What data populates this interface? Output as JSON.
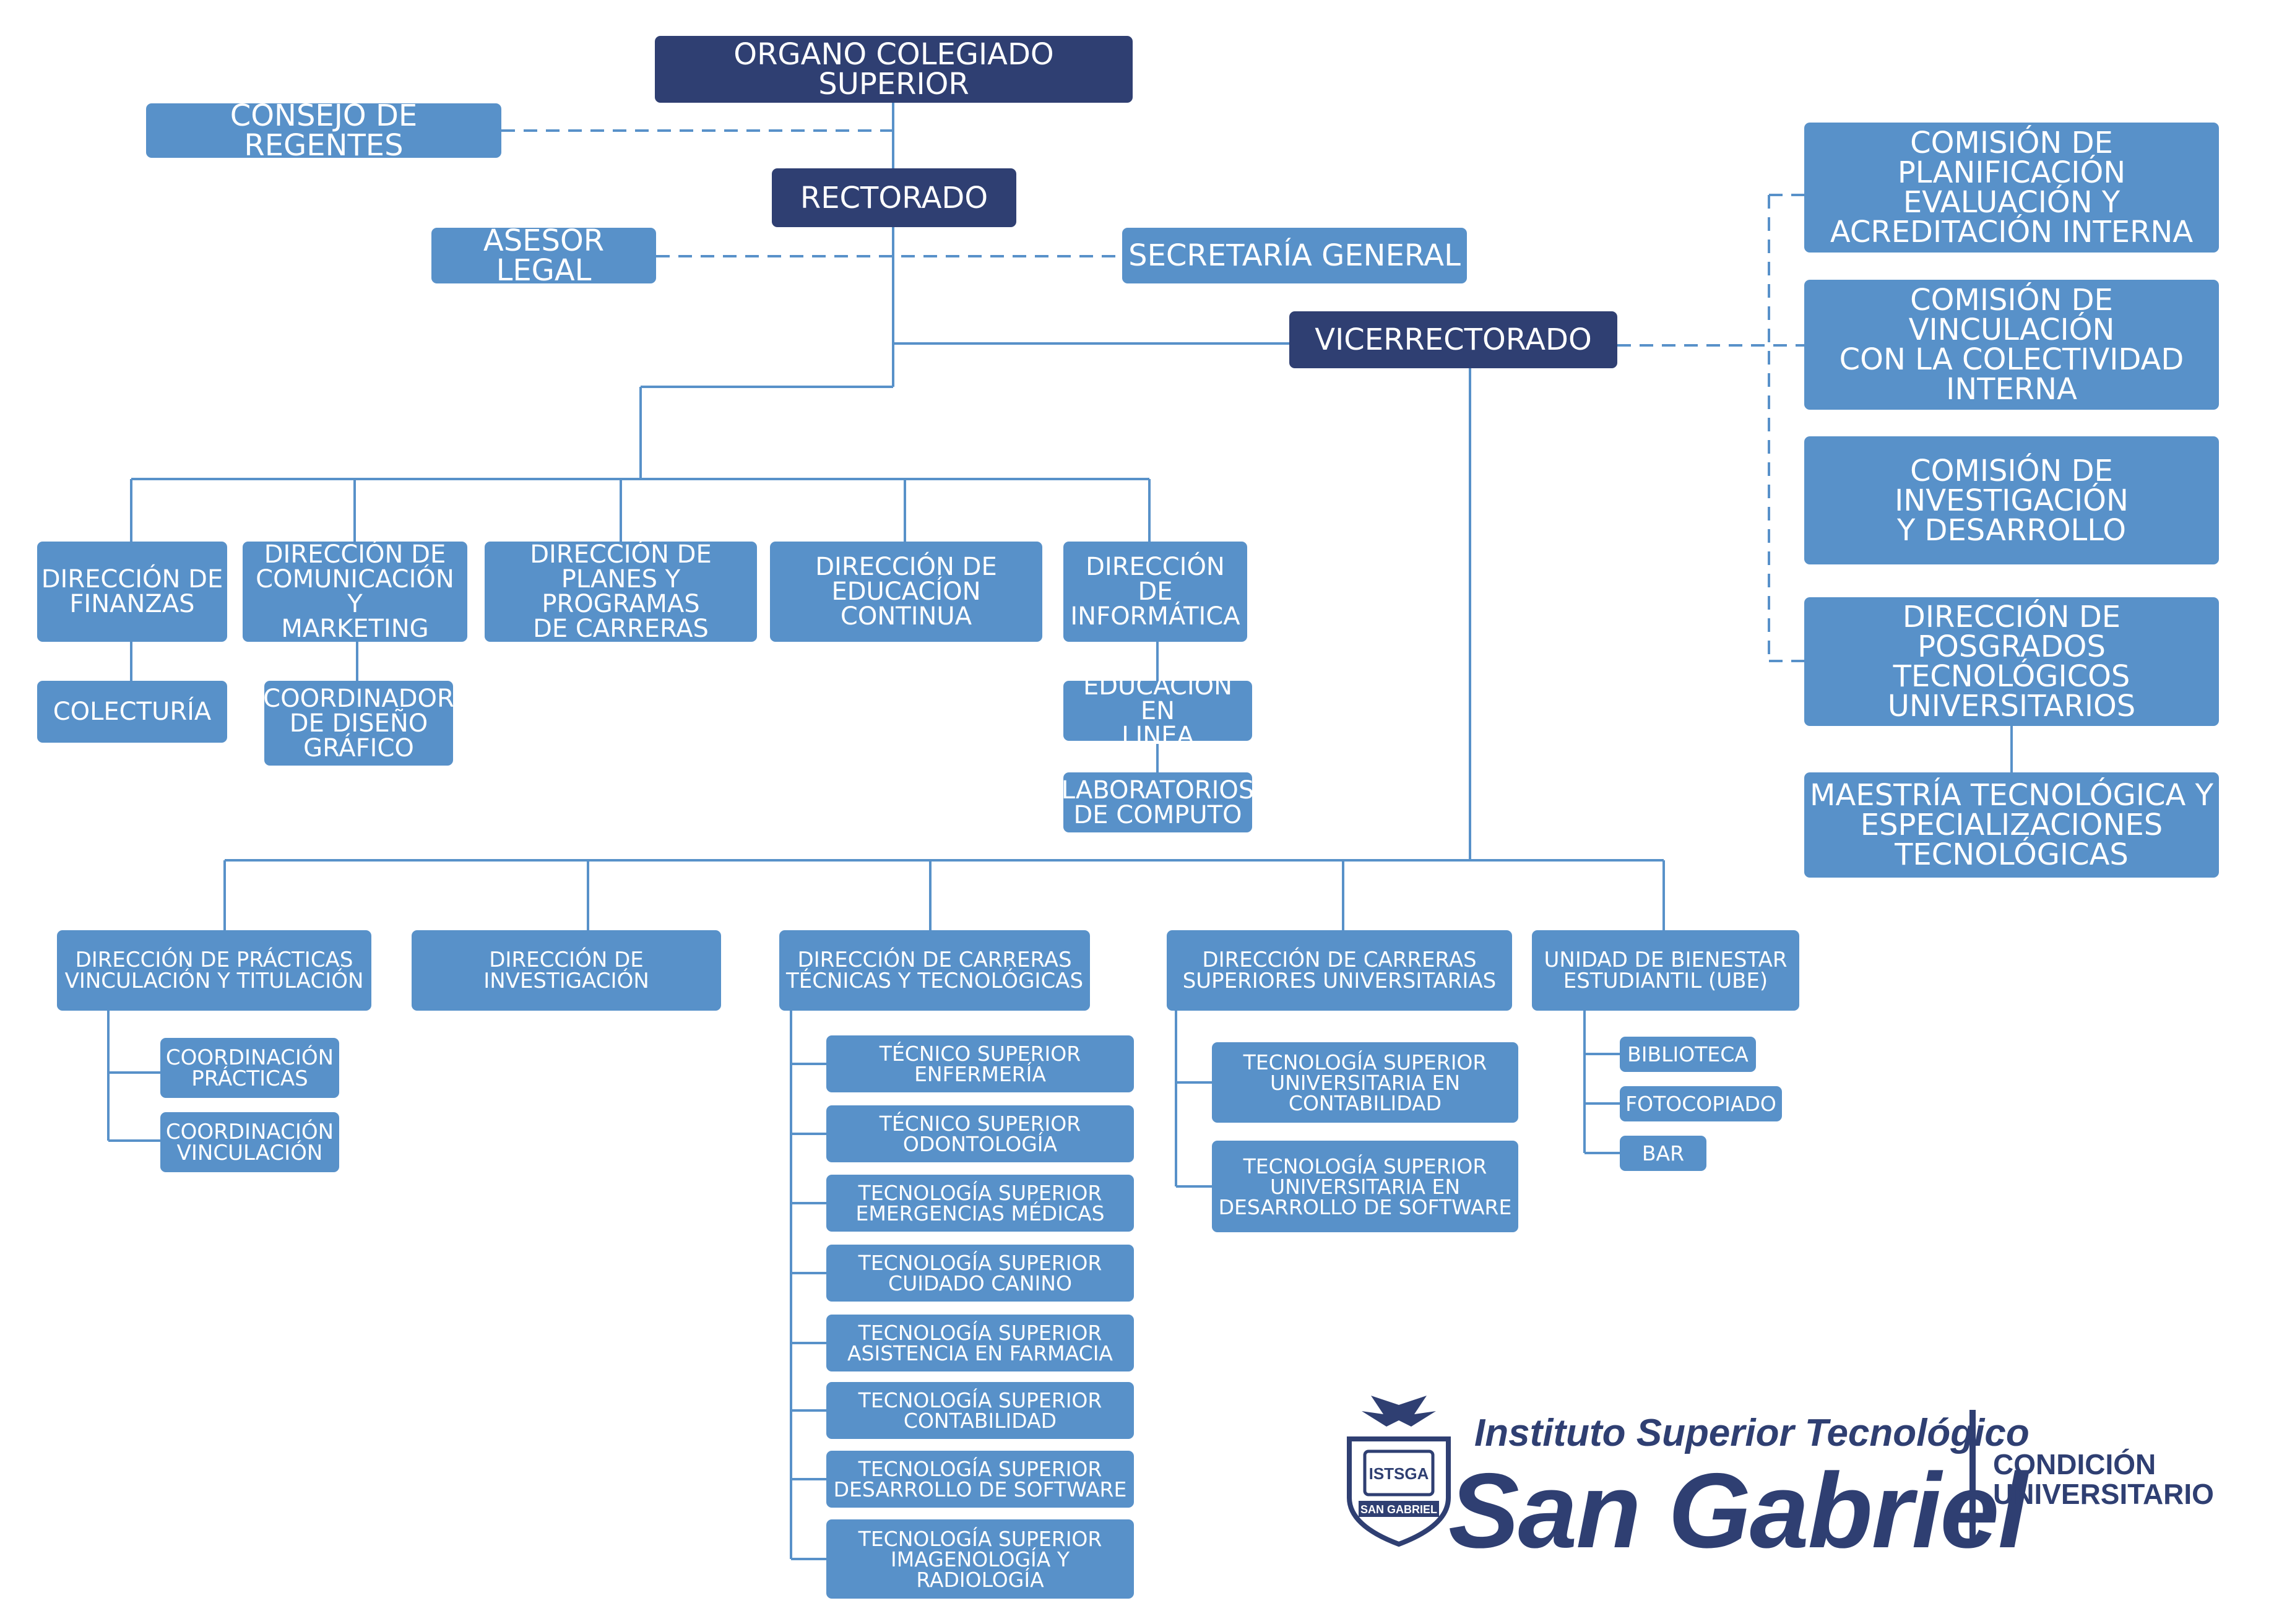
{
  "boxes": [
    {
      "id": "organo",
      "text": "ORGANO COLEGIADO SUPERIOR"
    },
    {
      "id": "consejo",
      "text": "CONSEJO DE REGENTES"
    },
    {
      "id": "rectorado",
      "text": "RECTORADO"
    },
    {
      "id": "asesor",
      "text": "ASESOR LEGAL"
    },
    {
      "id": "secretaria",
      "text": "SECRETARÍA GENERAL"
    },
    {
      "id": "vicerrectorado",
      "text": "VICERRECTORADO"
    },
    {
      "id": "com_planificacion",
      "text": "COMISIÓN DE PLANIFICACIÓN\nEVALUACIÓN Y\nACREDITACIÓN INTERNA"
    },
    {
      "id": "com_vinculacion",
      "text": "COMISIÓN DE VINCULACIÓN\nCON LA COLECTIVIDAD\nINTERNA"
    },
    {
      "id": "com_investigacion",
      "text": "COMISIÓN DE INVESTIGACIÓN\nY DESARROLLO"
    },
    {
      "id": "dir_posgrados",
      "text": "DIRECCIÓN DE POSGRADOS\nTECNOLÓGICOS\nUNIVERSITARIOS"
    },
    {
      "id": "maestria",
      "text": "MAESTRÍA TECNOLÓGICA Y\nESPECIALIZACIONES\nTECNOLÓGICAS"
    },
    {
      "id": "dir_finanzas",
      "text": "DIRECCIÓN DE\nFINANZAS"
    },
    {
      "id": "dir_comunicacion",
      "text": "DIRECCIÓN DE\nCOMUNICACIÓN Y\nMARKETING"
    },
    {
      "id": "dir_planes",
      "text": "DIRECCIÓN DE\nPLANES Y PROGRAMAS\nDE CARRERAS"
    },
    {
      "id": "dir_educacion",
      "text": "DIRECCIÓN DE\nEDUCACÍON\nCONTINUA"
    },
    {
      "id": "dir_informatica",
      "text": "DIRECCIÓN DE\nINFORMÁTICA"
    },
    {
      "id": "colecturia",
      "text": "COLECTURÍA"
    },
    {
      "id": "coord_diseno",
      "text": "COORDINADOR\nDE DISEÑO\nGRÁFICO"
    },
    {
      "id": "educacion_linea",
      "text": "EDUCACIÓN EN\nLINEA"
    },
    {
      "id": "laboratorios",
      "text": "LABORATORIOS\nDE COMPUTO"
    },
    {
      "id": "dir_practicas",
      "text": "DIRECCIÓN  DE PRÁCTICAS\nVINCULACIÓN Y TITULACIÓN"
    },
    {
      "id": "dir_investigacion",
      "text": "DIRECCIÓN DE INVESTIGACIÓN"
    },
    {
      "id": "dir_carreras_tec",
      "text": "DIRECCIÓN DE CARRERAS\nTÉCNICAS Y TECNOLÓGICAS"
    },
    {
      "id": "dir_carreras_sup",
      "text": "DIRECCIÓN DE CARRERAS\nSUPERIORES UNIVERSITARIAS"
    },
    {
      "id": "ube",
      "text": "UNIDAD DE BIENESTAR\nESTUDIANTIL (UBE)"
    },
    {
      "id": "coord_practicas",
      "text": "COORDINACIÓN\nPRÁCTICAS"
    },
    {
      "id": "coord_vinculacion",
      "text": "COORDINACIÓN\nVINCULACIÓN"
    },
    {
      "id": "tec_enfermeria",
      "text": "TÉCNICO SUPERIOR\nENFERMERÍA"
    },
    {
      "id": "tec_odontologia",
      "text": "TÉCNICO SUPERIOR\nODONTOLOGÍA"
    },
    {
      "id": "tec_emergencias",
      "text": "TECNOLOGÍA SUPERIOR\nEMERGENCIAS MÉDICAS"
    },
    {
      "id": "tec_canino",
      "text": "TECNOLOGÍA SUPERIOR\nCUIDADO CANINO"
    },
    {
      "id": "tec_farmacia",
      "text": "TECNOLOGÍA SUPERIOR\nASISTENCIA EN FARMACIA"
    },
    {
      "id": "tec_contabilidad",
      "text": "TECNOLOGÍA SUPERIOR\nCONTABILIDAD"
    },
    {
      "id": "tec_software",
      "text": "TECNOLOGÍA SUPERIOR\nDESARROLLO DE SOFTWARE"
    },
    {
      "id": "tec_imagenologia",
      "text": "TECNOLOGÍA SUPERIOR\nIMAGENOLOGÍA Y\nRADIOLOGÍA"
    },
    {
      "id": "univ_contabilidad",
      "text": "TECNOLOGÍA SUPERIOR\nUNIVERSITARIA EN\nCONTABILIDAD"
    },
    {
      "id": "univ_software",
      "text": "TECNOLOGÍA SUPERIOR\nUNIVERSITARIA EN\nDESARROLLO DE SOFTWARE"
    },
    {
      "id": "biblioteca",
      "text": "BIBLIOTECA"
    },
    {
      "id": "fotocopiado",
      "text": "FOTOCOPIADO"
    },
    {
      "id": "bar",
      "text": "BAR"
    }
  ],
  "logo": {
    "line1": "Instituto Superior Tecnológico",
    "line2": "San Gabriel",
    "condition": "CONDICIÓN\nUNIVERSITARIO",
    "emblem_label": "ISTSGA",
    "emblem_sub": "SAN GABRIEL"
  },
  "colors": {
    "dark": "#2f3f72",
    "light": "#5891c9",
    "line": "#5891c9"
  }
}
